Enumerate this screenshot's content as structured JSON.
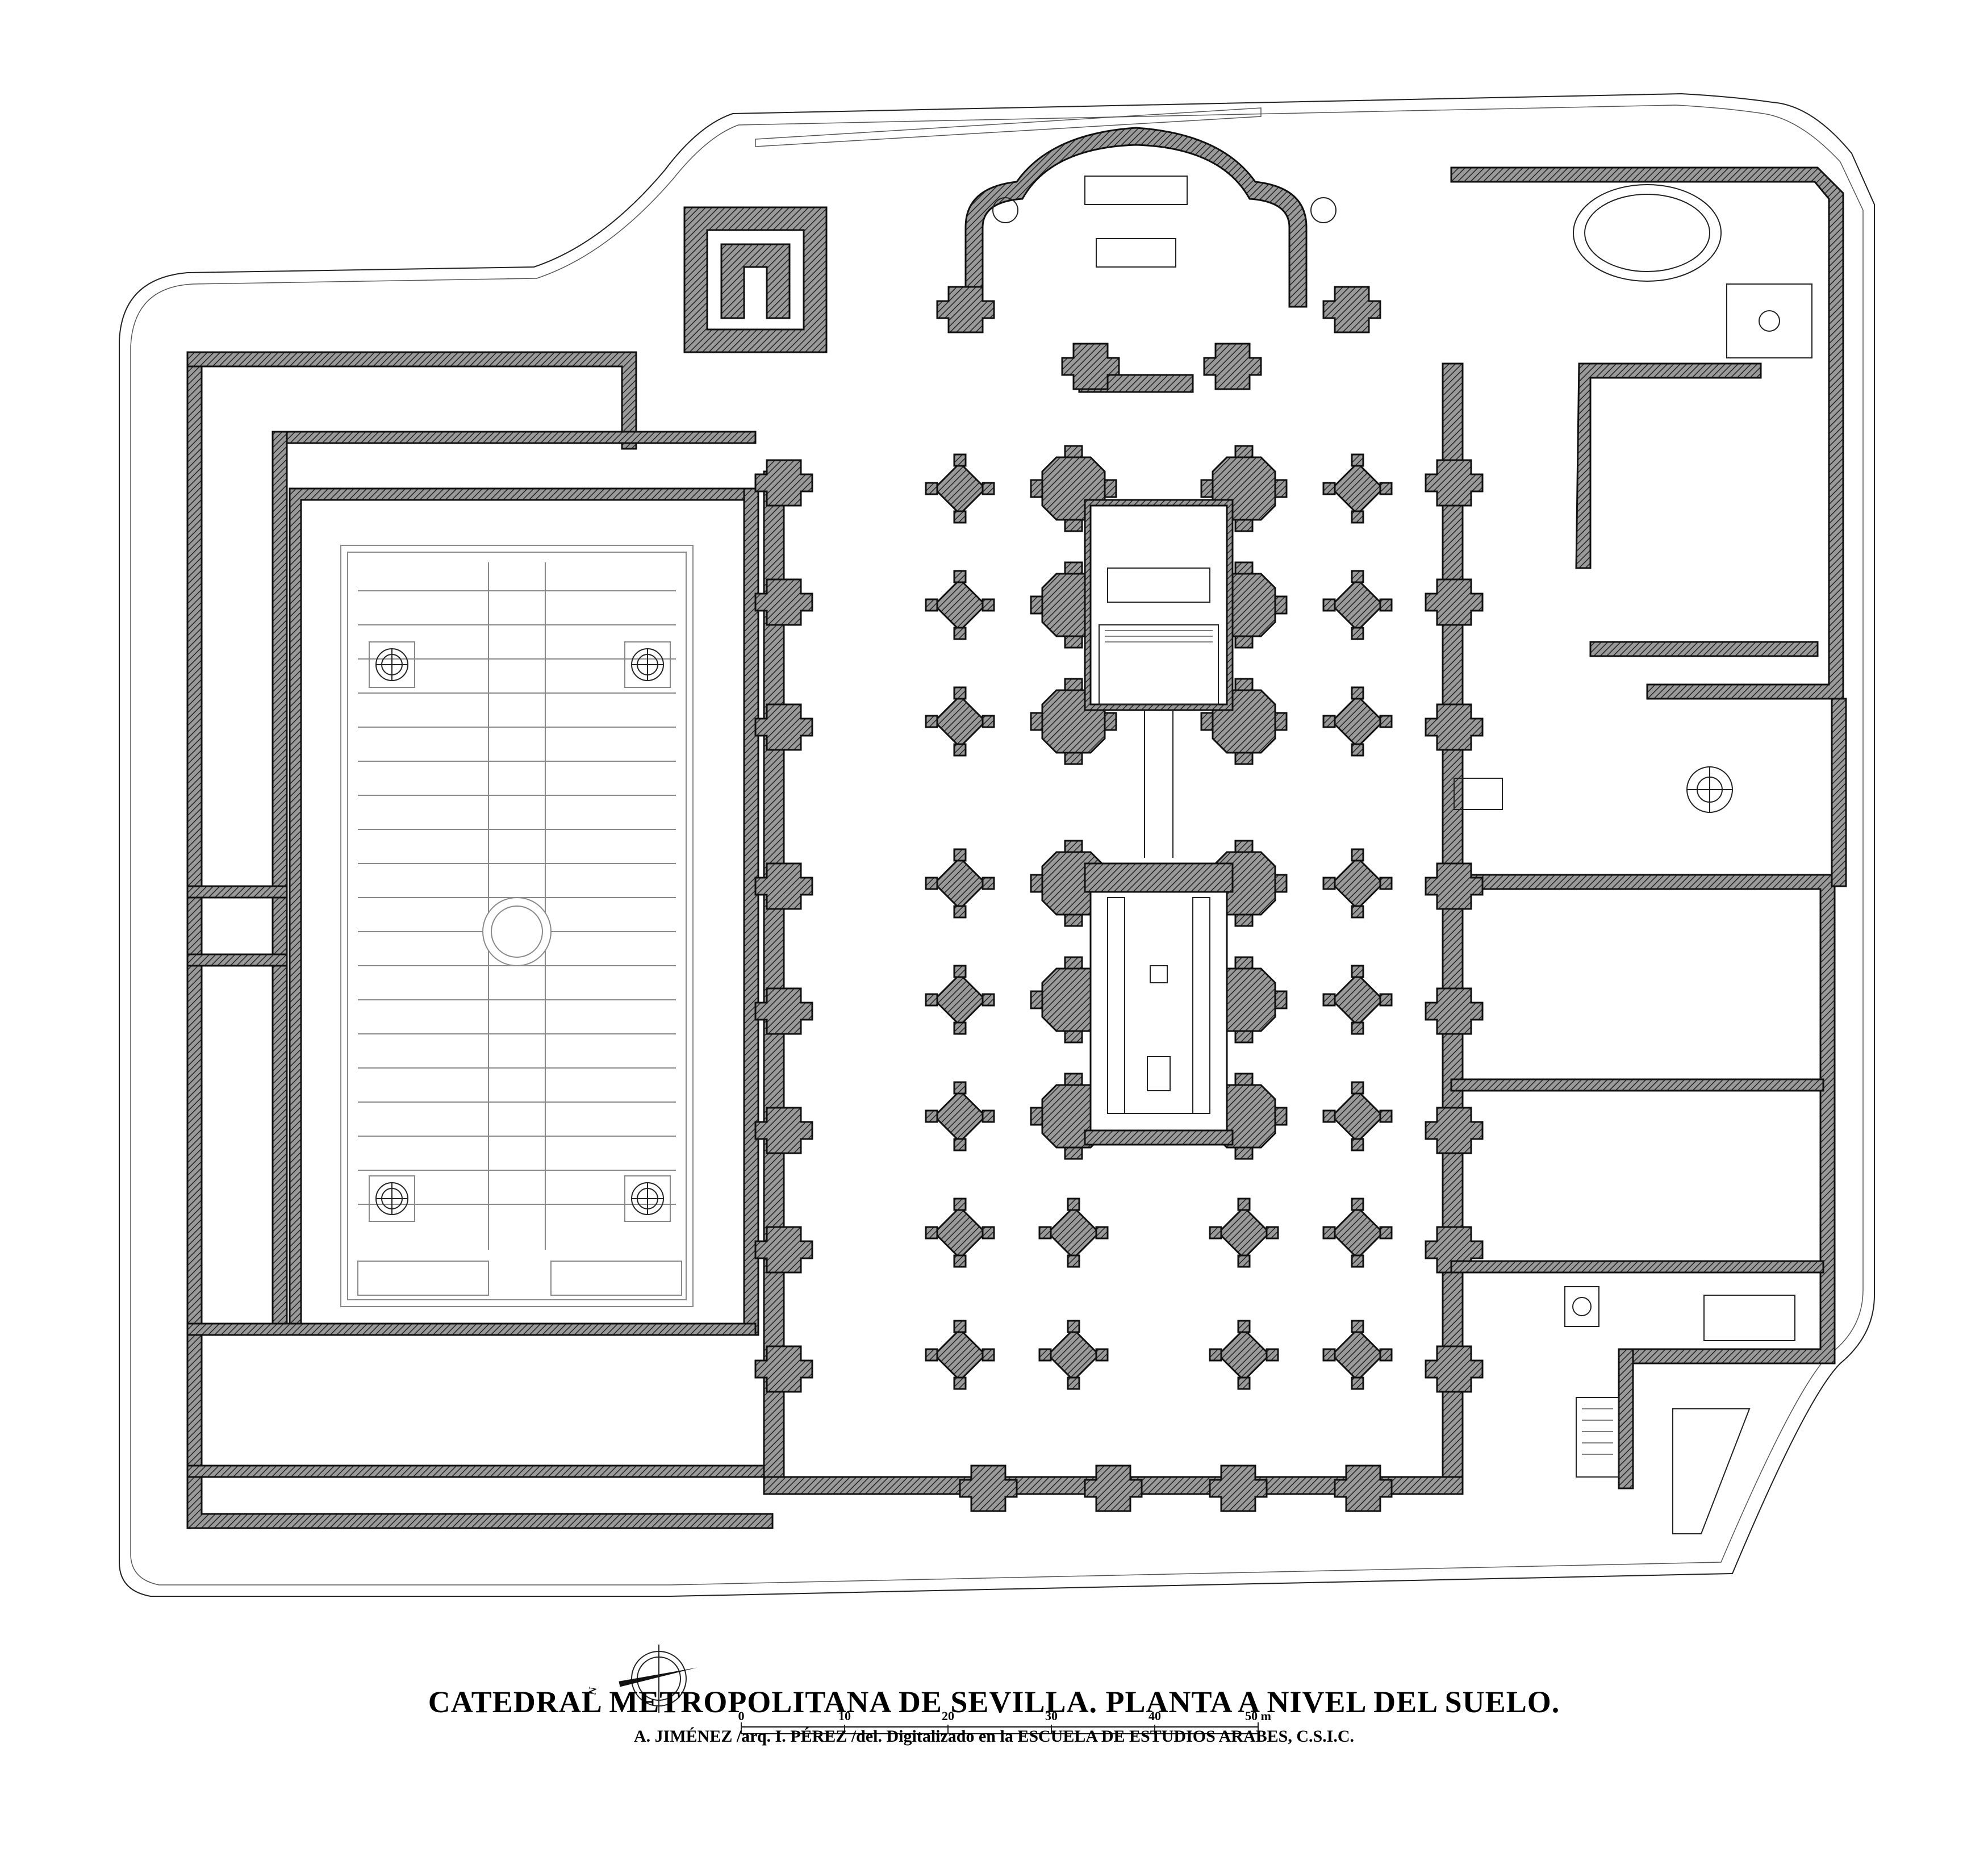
{
  "title": "CATEDRAL METROPOLITANA DE SEVILLA. PLANTA A NIVEL DEL SUELO.",
  "subtitle": "A. JIMÉNEZ /arq.  I. PÉREZ /del. Digitalizado en la ESCUELA DE ESTUDIOS ARABES, C.S.I.C.",
  "north_label": "N",
  "scale": {
    "ticks": [
      "0",
      "10",
      "20",
      "30",
      "40",
      "50 m"
    ]
  },
  "colors": {
    "ink": "#111111",
    "wall_fill": "#6e6e6e",
    "garden_lines": "#8a8a8a"
  }
}
